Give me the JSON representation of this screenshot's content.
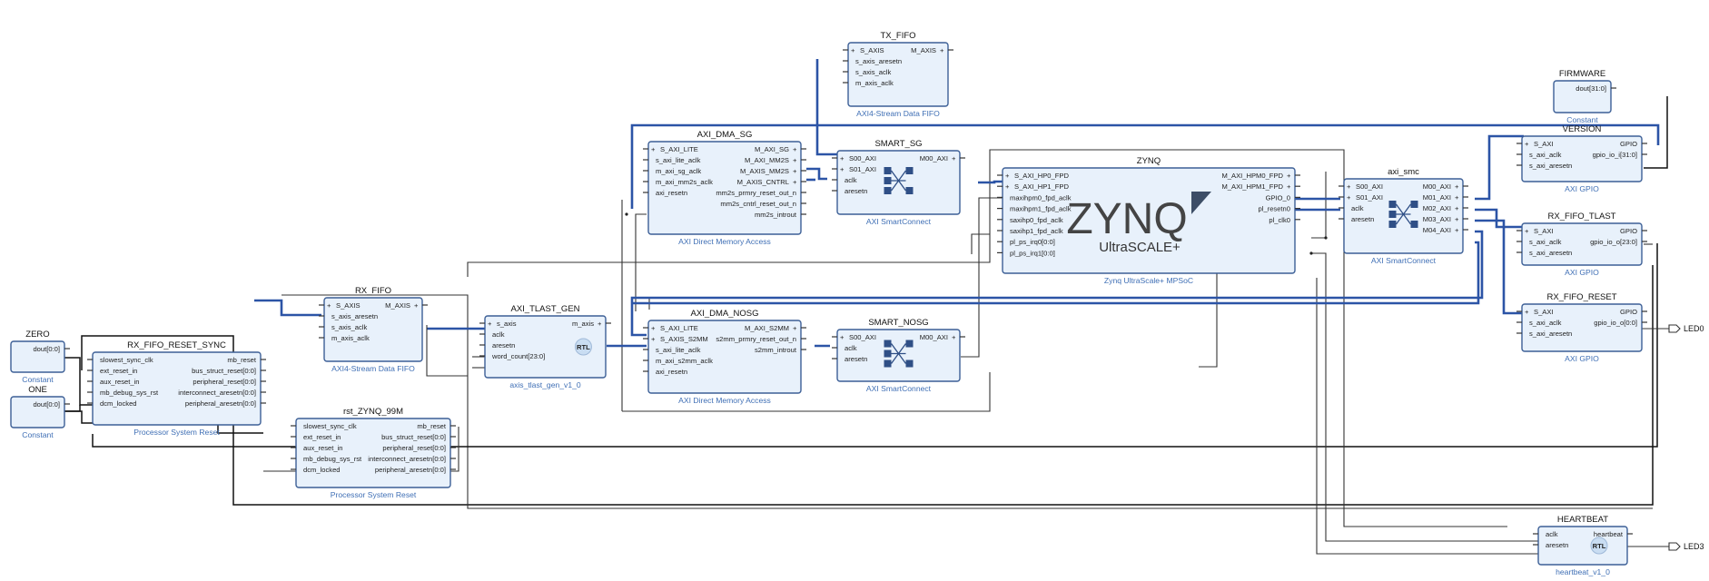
{
  "colors": {
    "block_fill": "#e8f1fb",
    "block_border": "#3c5f96",
    "subtitle": "#3f6fb5",
    "bus": "#2c54a6",
    "wire": "#333333"
  },
  "blocks": {
    "zero": {
      "title": "ZERO",
      "subtitle": "Constant",
      "right_ports": [
        "dout[0:0]"
      ]
    },
    "one": {
      "title": "ONE",
      "subtitle": "Constant",
      "right_ports": [
        "dout[0:0]"
      ]
    },
    "rx_fifo_reset_sync": {
      "title": "RX_FIFO_RESET_SYNC",
      "subtitle": "Processor System Reset",
      "left_ports": [
        "slowest_sync_clk",
        "ext_reset_in",
        "aux_reset_in",
        "mb_debug_sys_rst",
        "dcm_locked"
      ],
      "right_ports": [
        "mb_reset",
        "bus_struct_reset[0:0]",
        "peripheral_reset[0:0]",
        "interconnect_aresetn[0:0]",
        "peripheral_aresetn[0:0]"
      ]
    },
    "rx_fifo": {
      "title": "RX_FIFO",
      "subtitle": "AXI4-Stream Data FIFO",
      "left_ports": [
        "S_AXIS",
        "s_axis_aresetn",
        "s_axis_aclk",
        "m_axis_aclk"
      ],
      "right_ports": [
        "M_AXIS"
      ]
    },
    "rst_zynq": {
      "title": "rst_ZYNQ_99M",
      "subtitle": "Processor System Reset",
      "left_ports": [
        "slowest_sync_clk",
        "ext_reset_in",
        "aux_reset_in",
        "mb_debug_sys_rst",
        "dcm_locked"
      ],
      "right_ports": [
        "mb_reset",
        "bus_struct_reset[0:0]",
        "peripheral_reset[0:0]",
        "interconnect_aresetn[0:0]",
        "peripheral_aresetn[0:0]"
      ]
    },
    "axi_tlast_gen": {
      "title": "AXI_TLAST_GEN",
      "subtitle": "axis_tlast_gen_v1_0",
      "left_ports": [
        "s_axis",
        "aclk",
        "aresetn",
        "word_count[23:0]"
      ],
      "right_ports": [
        "m_axis"
      ],
      "badge": "RTL"
    },
    "axi_dma_sg": {
      "title": "AXI_DMA_SG",
      "subtitle": "AXI Direct Memory Access",
      "left_ports": [
        "S_AXI_LITE",
        "s_axi_lite_aclk",
        "m_axi_sg_aclk",
        "m_axi_mm2s_aclk",
        "axi_resetn"
      ],
      "right_ports": [
        "M_AXI_SG",
        "M_AXI_MM2S",
        "M_AXIS_MM2S",
        "M_AXIS_CNTRL",
        "mm2s_prmry_reset_out_n",
        "mm2s_cntrl_reset_out_n",
        "mm2s_introut"
      ]
    },
    "axi_dma_nosg": {
      "title": "AXI_DMA_NOSG",
      "subtitle": "AXI Direct Memory Access",
      "left_ports": [
        "S_AXI_LITE",
        "S_AXIS_S2MM",
        "s_axi_lite_aclk",
        "m_axi_s2mm_aclk",
        "axi_resetn"
      ],
      "right_ports": [
        "M_AXI_S2MM",
        "s2mm_prmry_reset_out_n",
        "s2mm_introut"
      ]
    },
    "tx_fifo": {
      "title": "TX_FIFO",
      "subtitle": "AXI4-Stream Data FIFO",
      "left_ports": [
        "S_AXIS",
        "s_axis_aresetn",
        "s_axis_aclk",
        "m_axis_aclk"
      ],
      "right_ports": [
        "M_AXIS"
      ]
    },
    "smart_sg": {
      "title": "SMART_SG",
      "subtitle": "AXI SmartConnect",
      "left_ports": [
        "S00_AXI",
        "S01_AXI",
        "aclk",
        "aresetn"
      ],
      "right_ports": [
        "M00_AXI"
      ]
    },
    "smart_nosg": {
      "title": "SMART_NOSG",
      "subtitle": "AXI SmartConnect",
      "left_ports": [
        "S00_AXI",
        "aclk",
        "aresetn"
      ],
      "right_ports": [
        "M00_AXI"
      ]
    },
    "zynq": {
      "title": "ZYNQ",
      "subtitle": "Zynq UltraScale+ MPSoC",
      "logo_main": "ZYNQ",
      "logo_sub": "UltraSCALE+",
      "left_ports": [
        "S_AXI_HP0_FPD",
        "S_AXI_HP1_FPD",
        "maxihpm0_fpd_aclk",
        "maxihpm1_fpd_aclk",
        "saxihp0_fpd_aclk",
        "saxihp1_fpd_aclk",
        "pl_ps_irq0[0:0]",
        "pl_ps_irq1[0:0]"
      ],
      "right_ports": [
        "M_AXI_HPM0_FPD",
        "M_AXI_HPM1_FPD",
        "GPIO_0",
        "pl_resetn0",
        "pl_clk0"
      ]
    },
    "axi_smc": {
      "title": "axi_smc",
      "subtitle": "AXI SmartConnect",
      "left_ports": [
        "S00_AXI",
        "S01_AXI",
        "aclk",
        "aresetn"
      ],
      "right_ports": [
        "M00_AXI",
        "M01_AXI",
        "M02_AXI",
        "M03_AXI",
        "M04_AXI"
      ]
    },
    "firmware": {
      "title": "FIRMWARE",
      "subtitle": "Constant",
      "right_ports": [
        "dout[31:0]"
      ]
    },
    "version": {
      "title": "VERSION",
      "subtitle": "AXI GPIO",
      "left_ports": [
        "S_AXI",
        "s_axi_aclk",
        "s_axi_aresetn"
      ],
      "right_ports": [
        "GPIO",
        "gpio_io_i[31:0]"
      ]
    },
    "rx_fifo_tlast": {
      "title": "RX_FIFO_TLAST",
      "subtitle": "AXI GPIO",
      "left_ports": [
        "S_AXI",
        "s_axi_aclk",
        "s_axi_aresetn"
      ],
      "right_ports": [
        "GPIO",
        "gpio_io_o[23:0]"
      ]
    },
    "rx_fifo_reset": {
      "title": "RX_FIFO_RESET",
      "subtitle": "AXI GPIO",
      "left_ports": [
        "S_AXI",
        "s_axi_aclk",
        "s_axi_aresetn"
      ],
      "right_ports": [
        "GPIO",
        "gpio_io_o[0:0]"
      ]
    },
    "heartbeat": {
      "title": "HEARTBEAT",
      "subtitle": "heartbeat_v1_0",
      "left_ports": [
        "aclk",
        "aresetn"
      ],
      "right_ports": [
        "heartbeat"
      ],
      "badge": "RTL"
    }
  },
  "external_ports": {
    "led0": "LED0",
    "led3": "LED3"
  }
}
